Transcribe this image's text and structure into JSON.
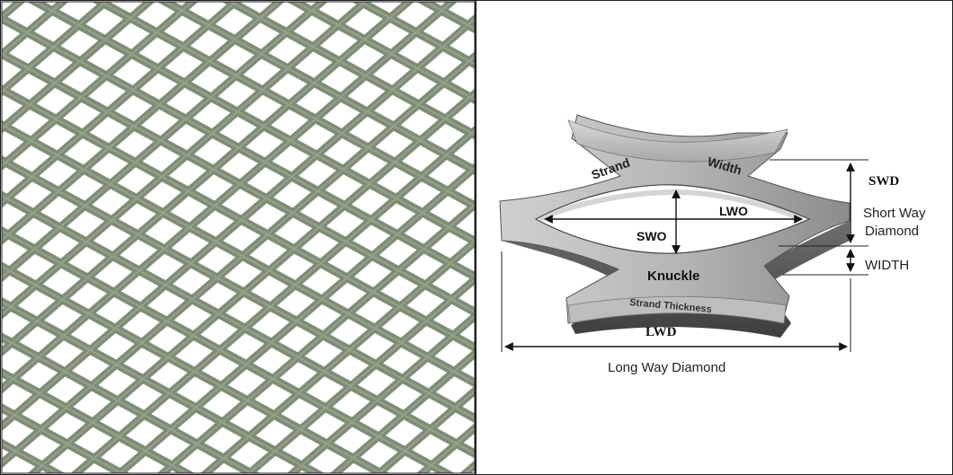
{
  "photo": {
    "subject_icon": "green-expanded-metal-mesh-photo",
    "mesh_color": "#7e8c76",
    "mesh_highlight": "#a3b09a"
  },
  "diagram": {
    "metal_color": "#9a9a9a",
    "labels": {
      "strand": "Strand",
      "width_on_strand": "Width",
      "lwo": "LWO",
      "swo": "SWO",
      "knuckle": "Knuckle",
      "strand_thickness": "Strand Thickness",
      "swd": "SWD",
      "short_way_line1": "Short Way",
      "short_way_line2": "Diamond",
      "width_dim": "WIDTH",
      "lwd": "LWD",
      "long_way": "Long Way Diamond"
    }
  }
}
